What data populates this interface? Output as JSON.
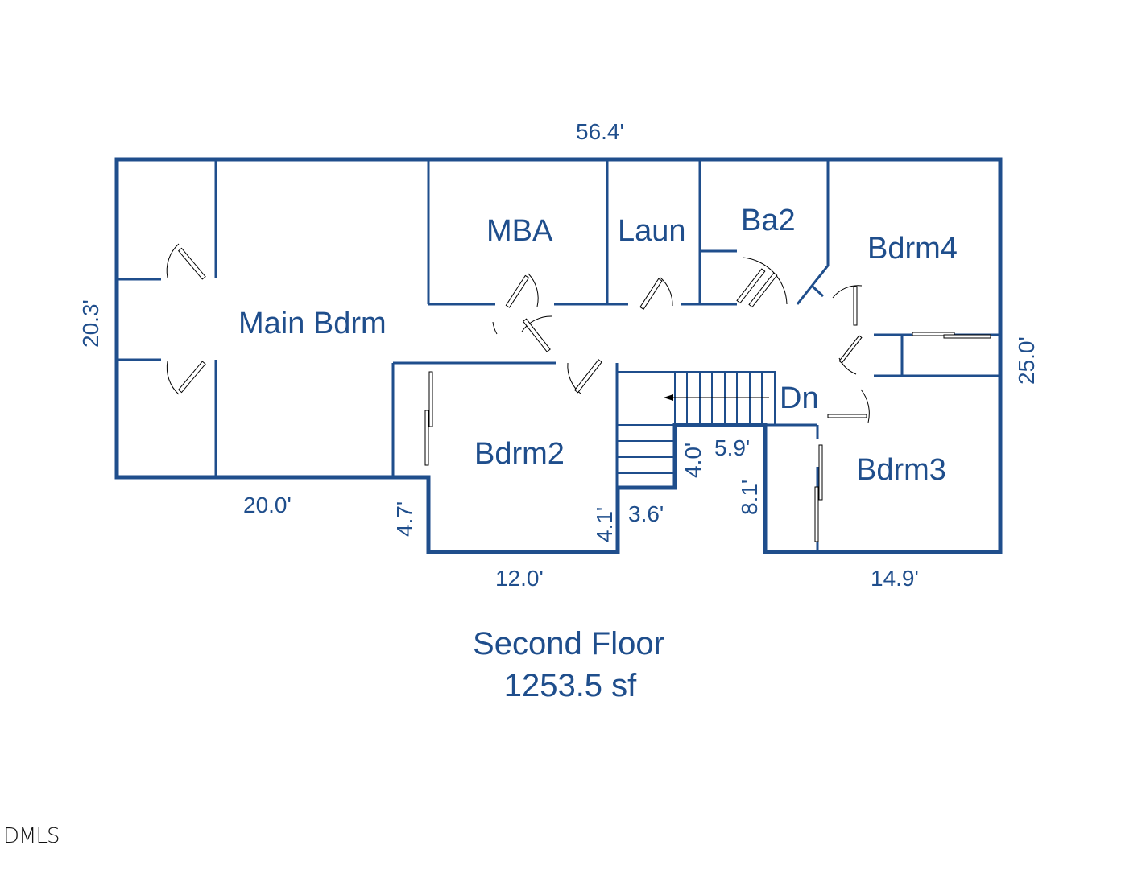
{
  "plan": {
    "title": "Second Floor",
    "area": "1253.5 sf",
    "wall_color": "#1f4e8c",
    "rooms": {
      "main_bdrm": "Main Bdrm",
      "mba": "MBA",
      "laun": "Laun",
      "ba2": "Ba2",
      "bdrm4": "Bdrm4",
      "bdrm2": "Bdrm2",
      "bdrm3": "Bdrm3",
      "stairs": "Dn"
    },
    "dimensions": {
      "top": "56.4'",
      "left": "20.3'",
      "right": "25.0'",
      "bottom_left": "20.0'",
      "step_left": "4.7'",
      "bdrm2_bottom": "12.0'",
      "bdrm2_right": "4.1'",
      "stair_width": "3.6'",
      "stair_height": "4.0'",
      "stair_top": "5.9'",
      "bdrm3_left": "8.1'",
      "bdrm3_bottom": "14.9'"
    }
  },
  "watermark": "DMLS"
}
